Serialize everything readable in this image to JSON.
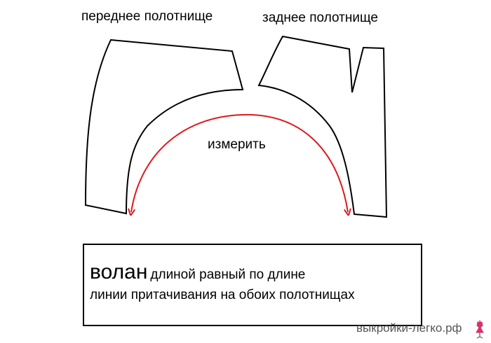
{
  "labels": {
    "front_panel": "переднее полотнище",
    "back_panel": "заднее полотнище",
    "measure": "измерить"
  },
  "info_box": {
    "keyword": "волан",
    "line1_rest": "длиной равный по длине",
    "line2": "линии притачивания на обоих полотнищах"
  },
  "watermark": {
    "text": "выкройки-легко.рф",
    "icon": "dress-form-icon"
  },
  "colors": {
    "outline": "#000000",
    "arrow": "#e0191b",
    "watermark_icon": "#d6336c"
  }
}
